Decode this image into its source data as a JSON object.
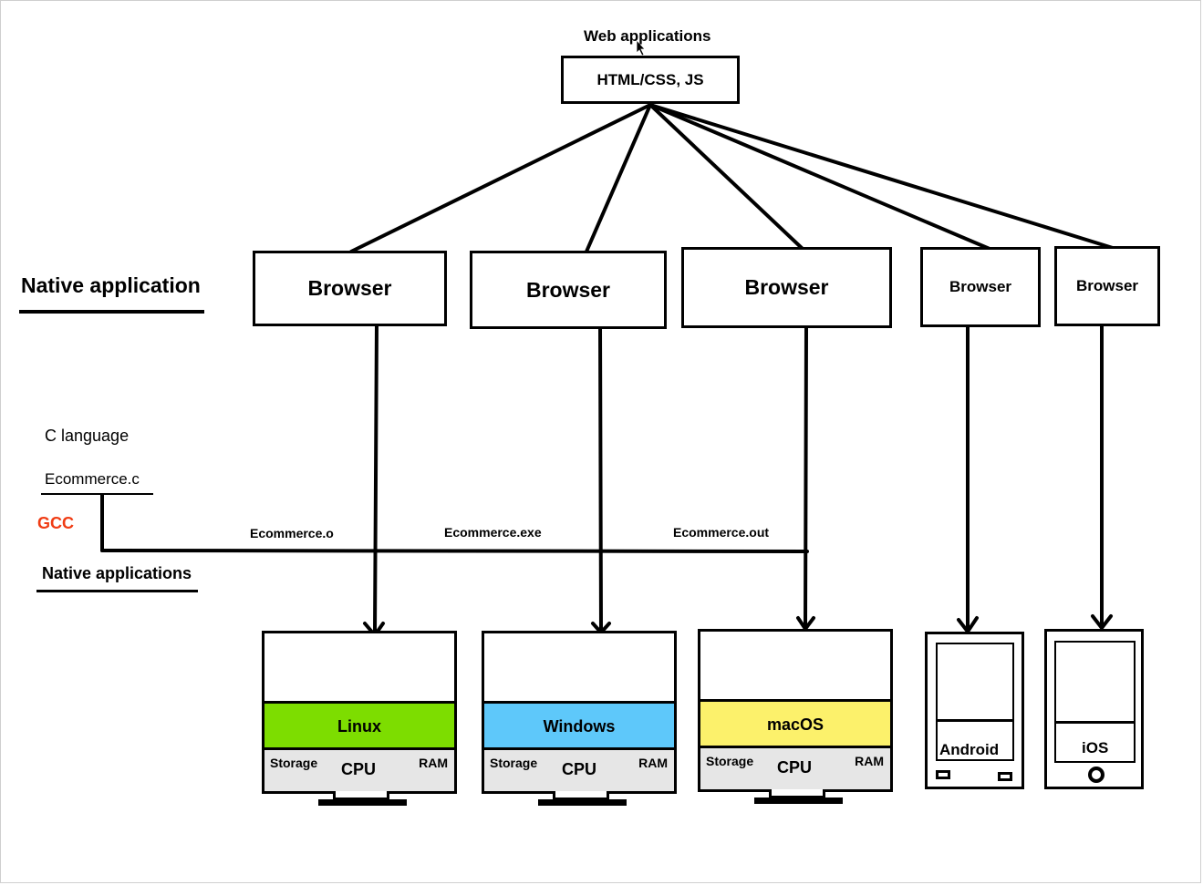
{
  "top": {
    "heading": "Web applications",
    "tech_box": "HTML/CSS, JS"
  },
  "left": {
    "native_title": "Native application",
    "c_language": "C language",
    "source_file": "Ecommerce.c",
    "compiler": "GCC",
    "native_apps": "Native applications"
  },
  "browsers": [
    "Browser",
    "Browser",
    "Browser",
    "Browser",
    "Browser"
  ],
  "outputs": [
    "Ecommerce.o",
    "Ecommerce.exe",
    "Ecommerce.out"
  ],
  "computers": [
    {
      "os": "Linux",
      "color": "#7ddd00",
      "storage": "Storage",
      "cpu": "CPU",
      "ram": "RAM"
    },
    {
      "os": "Windows",
      "color": "#5ec8fa",
      "storage": "Storage",
      "cpu": "CPU",
      "ram": "RAM"
    },
    {
      "os": "macOS",
      "color": "#fcf16b",
      "storage": "Storage",
      "cpu": "CPU",
      "ram": "RAM"
    }
  ],
  "phones": [
    {
      "os": "Android"
    },
    {
      "os": "iOS"
    }
  ],
  "colors": {
    "compiler": "#f03c14",
    "hardware": "#e6e6e6"
  },
  "icons": [
    "cursor-pointer-icon"
  ]
}
